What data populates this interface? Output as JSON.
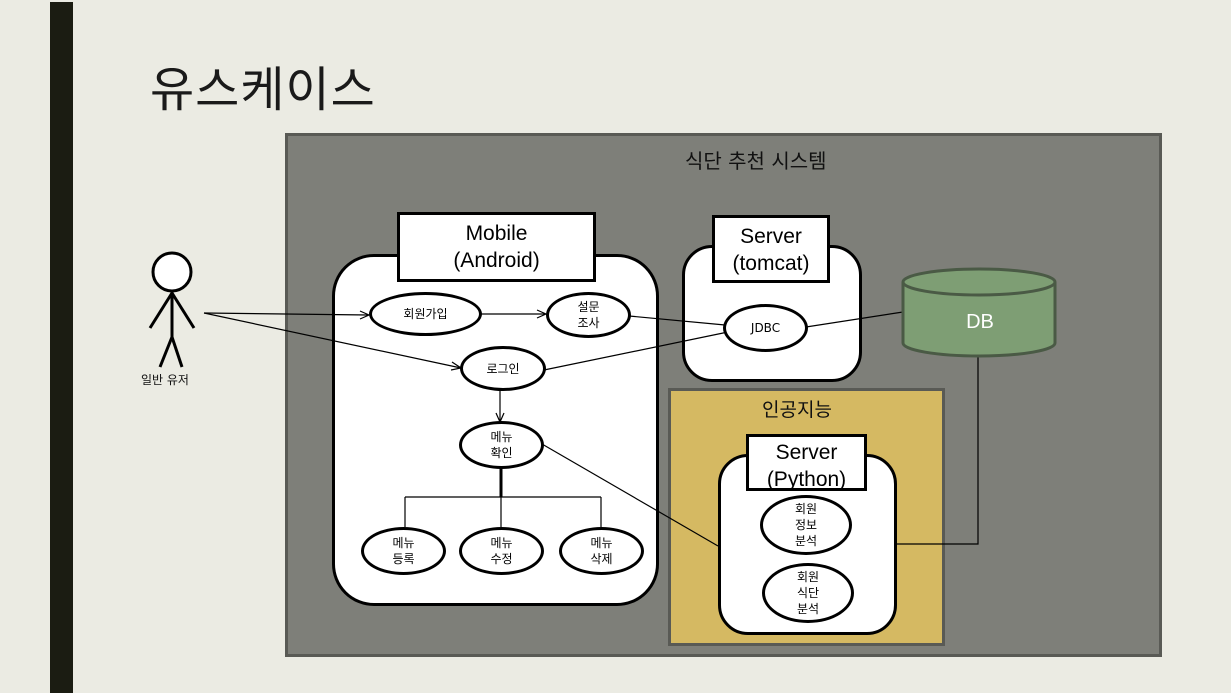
{
  "slide": {
    "title": "유스케이스"
  },
  "diagram": {
    "system_title": "식단 추천 시스템",
    "ai_section_title": "인공지능",
    "actor": {
      "label": "일반 유저"
    },
    "mobile": {
      "line1": "Mobile",
      "line2": "(Android)"
    },
    "tomcat": {
      "line1": "Server",
      "line2": "(tomcat)"
    },
    "python": {
      "line1": "Server",
      "line2": "(Python)"
    },
    "db": {
      "label": "DB"
    },
    "usecases": {
      "signup": "회원가입",
      "survey": "설문\n조사",
      "login": "로그인",
      "menu_check": "메뉴\n확인",
      "menu_register": "메뉴\n등록",
      "menu_edit": "메뉴\n수정",
      "menu_delete": "메뉴\n삭제",
      "jdbc": "JDBC",
      "member_info_analysis": "회원\n정보\n분석",
      "member_diet_analysis": "회원\n식단\n분석"
    },
    "colors": {
      "system_bg": "#7e7f79",
      "ai_bg": "#d5b962",
      "db_fill": "#7e9e74",
      "sidebar": "#1b1c12",
      "slide_bg": "#ebebe3"
    }
  }
}
